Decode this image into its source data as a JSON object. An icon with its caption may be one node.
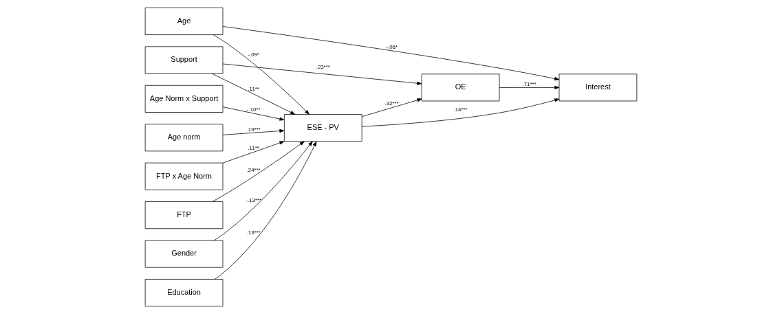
{
  "diagram": {
    "nodes": [
      {
        "text": [
          "Support"
        ]
      },
      {
        "text": [
          "Age Norm x Support"
        ]
      },
      {
        "text": [
          "Age norm"
        ]
      },
      {
        "text": [
          "FTP x Age Norm"
        ]
      },
      {
        "text": [
          "FTP"
        ]
      },
      {
        "text": [
          "Gender"
        ]
      },
      {
        "text": [
          "Education"
        ]
      },
      {
        "text": [
          "Age"
        ]
      },
      {
        "text": [
          "ESE - PV"
        ]
      },
      {
        "text": [
          "OE"
        ]
      },
      {
        "text": [
          "Interest"
        ]
      }
    ],
    "edges": [
      {
        "from": 0,
        "to": 8,
        "arrow": "to",
        "label": ".11**"
      },
      {
        "from": 0,
        "to": 9,
        "arrow": "to",
        "label": ".23***"
      },
      {
        "from": 1,
        "to": 8,
        "arrow": "to",
        "label": "-.10**"
      },
      {
        "from": 2,
        "to": 8,
        "arrow": "to",
        "label": ".19***"
      },
      {
        "from": 3,
        "to": 8,
        "arrow": "to",
        "label": ".11**"
      },
      {
        "from": 4,
        "to": 8,
        "arrow": "to",
        "label": ".24***"
      },
      {
        "from": 5,
        "to": 8,
        "arrow": "to",
        "label": "-.13***"
      },
      {
        "from": 6,
        "to": 8,
        "arrow": "to",
        "label": ".13***"
      },
      {
        "from": 7,
        "to": 8,
        "arrow": "to",
        "label": "-.09*"
      },
      {
        "from": 7,
        "to": 10,
        "arrow": "to",
        "label": "-.06*"
      },
      {
        "from": 8,
        "to": 10,
        "arrow": "to",
        "label": ".14***"
      },
      {
        "from": 8,
        "to": 9,
        "arrow": "to",
        "label": ".32***"
      },
      {
        "from": 9,
        "to": 10,
        "arrow": "to",
        "label": ".71***"
      }
    ]
  }
}
